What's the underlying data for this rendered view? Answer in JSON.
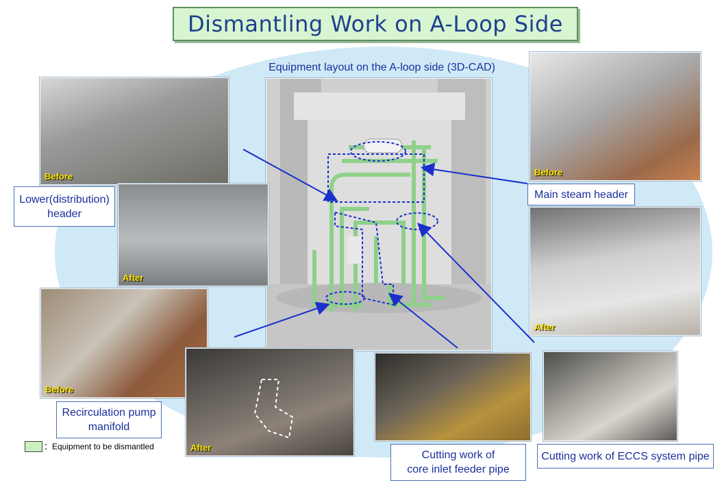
{
  "title": "Dismantling Work on A-Loop Side",
  "cad_caption": "Equipment layout on the A-loop side (3D-CAD)",
  "labels": {
    "before": "Before",
    "after": "After"
  },
  "callouts": {
    "lower_header": [
      "Lower(distribution)",
      "header"
    ],
    "main_steam_header": "Main steam header",
    "recirc_pump": [
      "Recirculation pump",
      "manifold"
    ],
    "core_inlet": [
      "Cutting work of",
      "core inlet  feeder pipe"
    ],
    "eccs": "Cutting work of ECCS system pipe"
  },
  "legend": {
    "text": "：Equipment to be dismantled",
    "swatch_color": "#c9f2c0"
  },
  "colors": {
    "title_bg": "#d7f5d0",
    "title_text": "#1f3f8f",
    "ellipse": "#cfe9f7",
    "arrow": "#1a2fcc",
    "label_yellow": "#ffe800"
  }
}
